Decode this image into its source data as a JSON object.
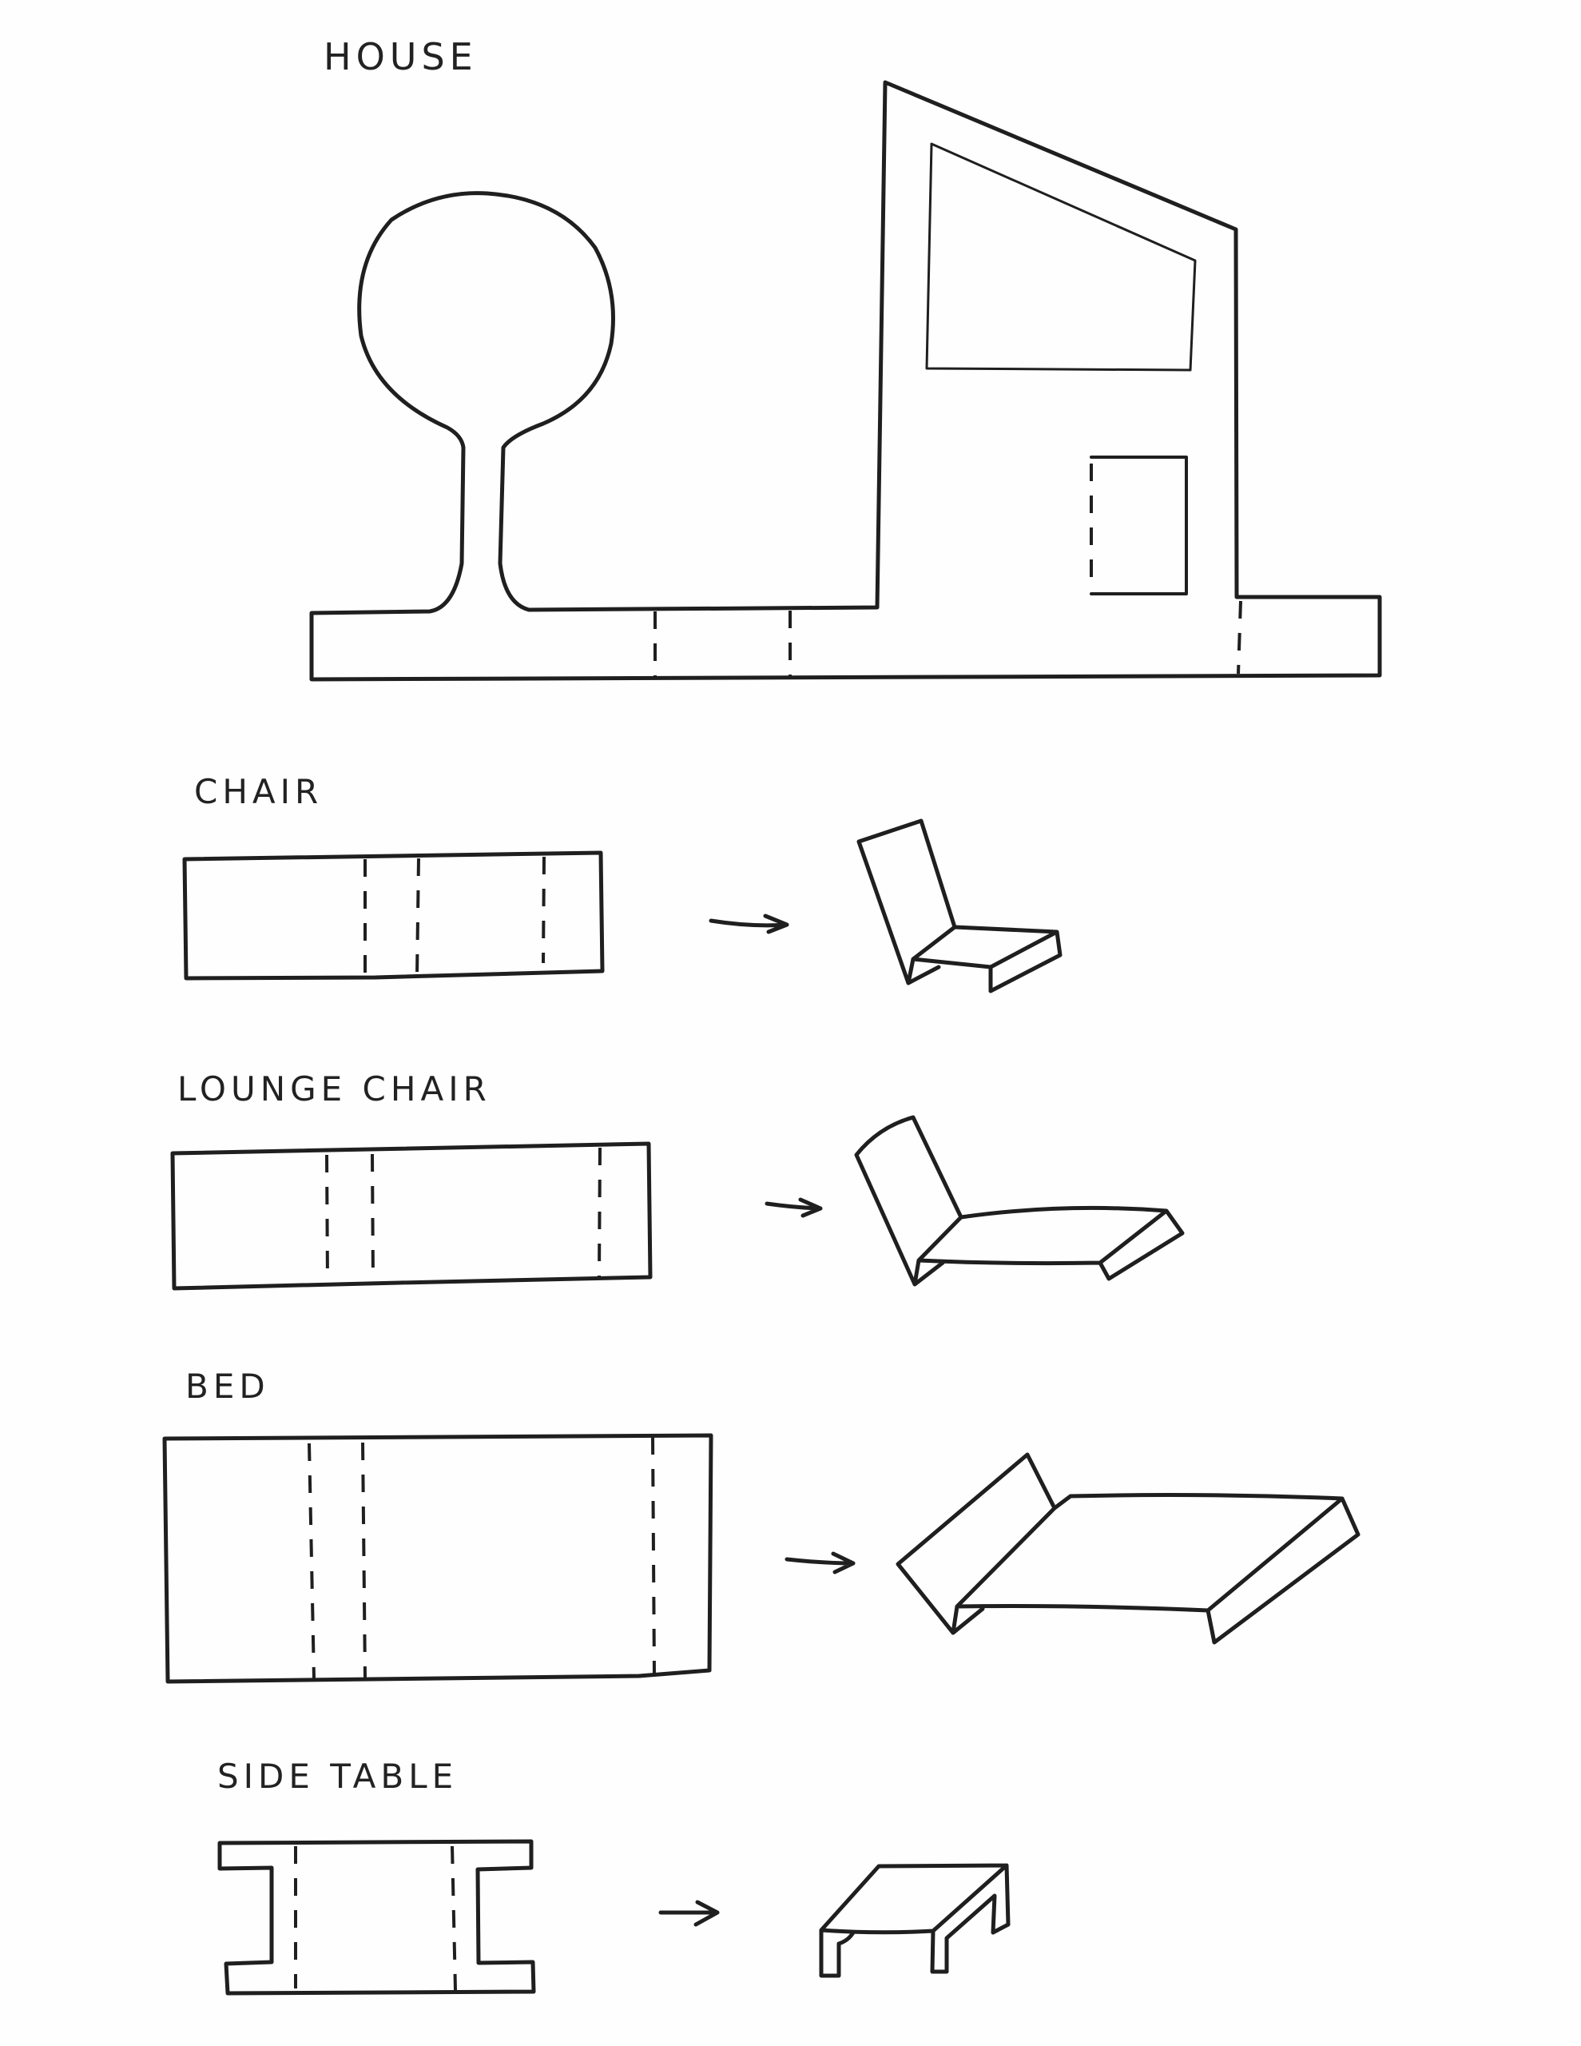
{
  "diagram": {
    "sections": [
      {
        "id": "house",
        "label": "HOUSE",
        "parts": [
          "tree",
          "house-body",
          "window",
          "door",
          "base-strip"
        ],
        "fold_lines": 3
      },
      {
        "id": "chair",
        "label": "CHAIR",
        "flat_pattern": "rectangle",
        "fold_lines": 3,
        "result": "folded chair"
      },
      {
        "id": "lounge-chair",
        "label": "LOUNGE CHAIR",
        "flat_pattern": "rectangle",
        "fold_lines": 3,
        "result": "folded lounge chair"
      },
      {
        "id": "bed",
        "label": "BED",
        "flat_pattern": "rectangle",
        "fold_lines": 3,
        "result": "folded bed"
      },
      {
        "id": "side-table",
        "label": "SIDE TABLE",
        "flat_pattern": "I-shape",
        "fold_lines": 2,
        "result": "folded side table"
      }
    ],
    "arrow_meaning": "flat pattern folds into 3D object",
    "colors": {
      "ink": "#1f1f1f",
      "paper": "#fefefe"
    }
  }
}
